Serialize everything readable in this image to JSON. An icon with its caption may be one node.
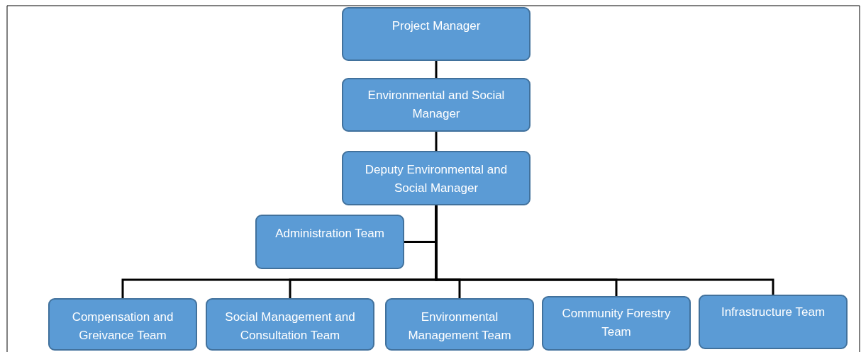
{
  "diagram": {
    "nodes": [
      {
        "text": [
          "Project Manager"
        ]
      },
      {
        "text": [
          "Environmental and Social Manager"
        ]
      },
      {
        "text": [
          "Deputy Environmental and Social Manager"
        ]
      },
      {
        "text": [
          "Administration Team"
        ]
      },
      {
        "text": [
          "Compensation and Greivance Team"
        ]
      },
      {
        "text": [
          "Social Management and Consultation Team"
        ]
      },
      {
        "text": [
          "Environmental Management Team"
        ]
      },
      {
        "text": [
          "Community Forestry Team"
        ]
      },
      {
        "text": [
          "Infrastructure Team"
        ]
      }
    ],
    "edges": [
      {
        "from": 0,
        "to": 1,
        "arrow": "none"
      },
      {
        "from": 1,
        "to": 2,
        "arrow": "none"
      },
      {
        "from": 2,
        "to": 3,
        "arrow": "none"
      },
      {
        "from": 2,
        "to": 4,
        "arrow": "none"
      },
      {
        "from": 2,
        "to": 5,
        "arrow": "none"
      },
      {
        "from": 2,
        "to": 6,
        "arrow": "none"
      },
      {
        "from": 2,
        "to": 7,
        "arrow": "none"
      },
      {
        "from": 2,
        "to": 8,
        "arrow": "none"
      }
    ]
  }
}
